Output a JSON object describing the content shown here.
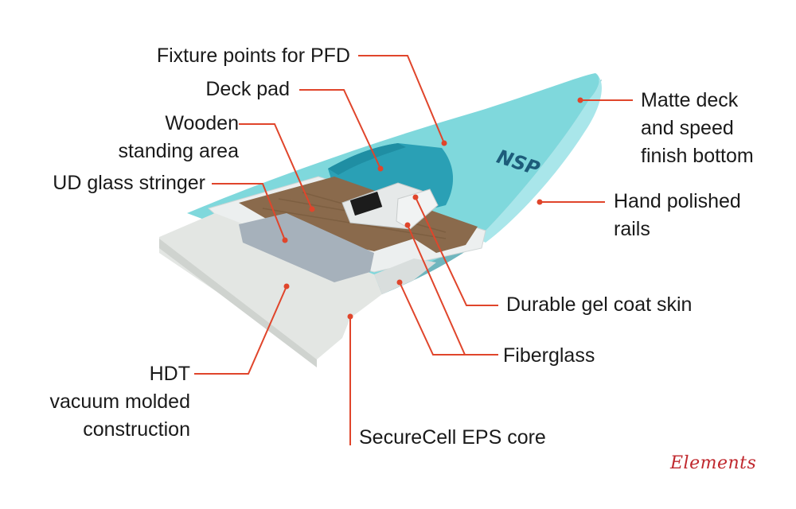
{
  "brand": "Elements",
  "board_logo": "NSP",
  "colors": {
    "leader": "#e0452b",
    "deck": "#7fd8dc",
    "deck_pad": "#2aa0b5",
    "wood": "#8a6a4c",
    "core": "#e3e6e3",
    "stringer": "#a6b1bb"
  },
  "labels": {
    "fixture": "Fixture points for PFD",
    "deck_pad": "Deck pad",
    "wooden_1": "Wooden",
    "wooden_2": "standing area",
    "ud_glass": "UD glass stringer",
    "hdt_1": "HDT",
    "hdt_2": "vacuum molded",
    "hdt_3": "construction",
    "matte_1": "Matte deck",
    "matte_2": "and speed",
    "matte_3": "finish bottom",
    "rails_1": "Hand polished",
    "rails_2": "rails",
    "gel": "Durable gel coat skin",
    "fiberglass": "Fiberglass",
    "core": "SecureCell EPS core"
  }
}
